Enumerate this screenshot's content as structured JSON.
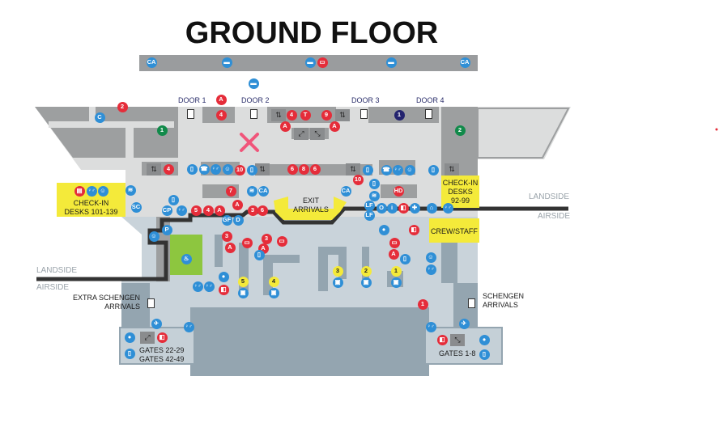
{
  "title": "GROUND FLOOR",
  "doors": [
    "DOOR 1",
    "DOOR 2",
    "DOOR 3",
    "DOOR 4"
  ],
  "areas": {
    "checkin_left": [
      "CHECK-IN",
      "DESKS 101-139"
    ],
    "checkin_right": [
      "CHECK-IN",
      "DESKS",
      "92-99"
    ],
    "exit_arrivals": [
      "EXIT",
      "ARRIVALS"
    ],
    "crew": "CREW/STAFF",
    "extra_schengen": [
      "EXTRA SCHENGEN",
      "ARRIVALS"
    ],
    "schengen": [
      "SCHENGEN",
      "ARRIVALS"
    ],
    "gates_left": [
      "GATES 22-29",
      "GATES 42-49"
    ],
    "gates_right": "GATES 1-8"
  },
  "boundary": {
    "landside": "LANDSIDE",
    "airside": "AIRSIDE"
  },
  "colors": {
    "red": "#e52d3a",
    "blue": "#2f8fd6",
    "yellow": "#f4ea3a",
    "green": "#118a4a",
    "navy": "#23236e",
    "restricted": "#f0557a"
  },
  "markers": [
    {
      "label": "CA",
      "kind": "blue"
    },
    {
      "icon": "bus-icon",
      "kind": "blue"
    },
    {
      "icon": "bus-icon",
      "kind": "blue"
    },
    {
      "icon": "ticket-icon",
      "kind": "red"
    },
    {
      "icon": "bus-icon",
      "kind": "blue"
    },
    {
      "label": "CA",
      "kind": "blue"
    },
    {
      "icon": "taxi-icon",
      "kind": "blue"
    },
    {
      "label": "A",
      "kind": "red"
    },
    {
      "label": "2",
      "kind": "red"
    },
    {
      "label": "C",
      "kind": "blue"
    },
    {
      "label": "1",
      "kind": "green"
    },
    {
      "label": "4",
      "kind": "red"
    },
    {
      "label": "4",
      "kind": "red"
    },
    {
      "label": "T",
      "kind": "red"
    },
    {
      "label": "A",
      "kind": "red"
    },
    {
      "label": "9",
      "kind": "red"
    },
    {
      "label": "A",
      "kind": "red"
    },
    {
      "label": "1",
      "kind": "navy"
    },
    {
      "label": "2",
      "kind": "green"
    },
    {
      "label": "4",
      "kind": "red"
    },
    {
      "icon": "phone-icon",
      "kind": "blue"
    },
    {
      "icon": "luggage-icon",
      "kind": "blue"
    },
    {
      "icon": "toilets-icon",
      "kind": "blue"
    },
    {
      "icon": "baby-change-icon",
      "kind": "blue"
    },
    {
      "label": "10",
      "kind": "red"
    },
    {
      "icon": "phone-icon",
      "kind": "blue"
    },
    {
      "label": "6",
      "kind": "red"
    },
    {
      "label": "8",
      "kind": "red"
    },
    {
      "label": "6",
      "kind": "red"
    },
    {
      "icon": "phone-icon",
      "kind": "blue"
    },
    {
      "label": "10",
      "kind": "red"
    },
    {
      "icon": "luggage-icon",
      "kind": "blue"
    },
    {
      "icon": "toilets-icon",
      "kind": "blue"
    },
    {
      "icon": "baby-change-icon",
      "kind": "blue"
    },
    {
      "icon": "phone-icon",
      "kind": "blue"
    },
    {
      "icon": "check-in-icon",
      "kind": "red"
    },
    {
      "icon": "toilets-icon",
      "kind": "blue"
    },
    {
      "icon": "baby-change-icon",
      "kind": "blue"
    },
    {
      "icon": "wifi-icon",
      "kind": "blue"
    },
    {
      "label": "7",
      "kind": "red"
    },
    {
      "icon": "wifi-icon",
      "kind": "blue"
    },
    {
      "label": "CA",
      "kind": "blue"
    },
    {
      "label": "CA",
      "kind": "blue"
    },
    {
      "icon": "phone-icon",
      "kind": "blue"
    },
    {
      "icon": "wifi-icon",
      "kind": "blue"
    },
    {
      "label": "HD",
      "kind": "red"
    },
    {
      "label": "SC",
      "kind": "blue"
    },
    {
      "icon": "phone-icon",
      "kind": "blue"
    },
    {
      "label": "CP",
      "kind": "blue"
    },
    {
      "icon": "toilets-icon",
      "kind": "blue"
    },
    {
      "label": "5",
      "kind": "red"
    },
    {
      "label": "4",
      "kind": "red"
    },
    {
      "label": "A",
      "kind": "red"
    },
    {
      "label": "A",
      "kind": "red"
    },
    {
      "label": "3",
      "kind": "red"
    },
    {
      "label": "6",
      "kind": "red"
    },
    {
      "label": "GF",
      "kind": "blue"
    },
    {
      "label": "D",
      "kind": "blue"
    },
    {
      "label": "LF",
      "kind": "blue"
    },
    {
      "label": "LF",
      "kind": "blue"
    },
    {
      "label": "O",
      "kind": "blue"
    },
    {
      "icon": "info-icon",
      "kind": "blue"
    },
    {
      "icon": "exit-icon",
      "kind": "red"
    },
    {
      "icon": "first-aid-icon",
      "kind": "blue"
    },
    {
      "icon": "lounge-icon",
      "kind": "blue"
    },
    {
      "icon": "toilets-icon",
      "kind": "blue"
    },
    {
      "label": "P",
      "kind": "blue"
    },
    {
      "icon": "baby-change-icon",
      "kind": "blue"
    },
    {
      "label": "3",
      "kind": "red"
    },
    {
      "label": "A",
      "kind": "red"
    },
    {
      "icon": "ticket-icon",
      "kind": "red"
    },
    {
      "label": "3",
      "kind": "red"
    },
    {
      "label": "A",
      "kind": "red"
    },
    {
      "icon": "ticket-icon",
      "kind": "red"
    },
    {
      "icon": "phone-icon",
      "kind": "blue"
    },
    {
      "icon": "water-icon",
      "kind": "blue"
    },
    {
      "icon": "exit-icon",
      "kind": "red"
    },
    {
      "icon": "ticket-icon",
      "kind": "red"
    },
    {
      "label": "A",
      "kind": "red"
    },
    {
      "icon": "phone-icon",
      "kind": "blue"
    },
    {
      "icon": "baby-change-icon",
      "kind": "blue"
    },
    {
      "icon": "toilets-icon",
      "kind": "blue"
    },
    {
      "icon": "smoking-area-icon",
      "kind": "blue"
    },
    {
      "icon": "water-icon",
      "kind": "blue"
    },
    {
      "icon": "exit-icon",
      "kind": "red"
    },
    {
      "icon": "toilets-icon",
      "kind": "blue"
    },
    {
      "icon": "toilets-icon",
      "kind": "blue"
    },
    {
      "label": "5",
      "kind": "yellow"
    },
    {
      "icon": "baggage-icon",
      "kind": "blue"
    },
    {
      "label": "4",
      "kind": "yellow"
    },
    {
      "icon": "baggage-icon",
      "kind": "blue"
    },
    {
      "label": "3",
      "kind": "yellow"
    },
    {
      "icon": "baggage-icon",
      "kind": "blue"
    },
    {
      "label": "2",
      "kind": "yellow"
    },
    {
      "icon": "baggage-icon",
      "kind": "blue"
    },
    {
      "label": "1",
      "kind": "yellow"
    },
    {
      "icon": "baggage-icon",
      "kind": "blue"
    },
    {
      "label": "1",
      "kind": "red"
    },
    {
      "icon": "arrivals-icon",
      "kind": "blue"
    },
    {
      "icon": "toilets-icon",
      "kind": "blue"
    },
    {
      "icon": "toilets-icon",
      "kind": "blue"
    },
    {
      "icon": "arrivals-icon",
      "kind": "blue"
    },
    {
      "icon": "water-icon",
      "kind": "blue"
    },
    {
      "icon": "exit-icon",
      "kind": "red"
    },
    {
      "icon": "phone-icon",
      "kind": "blue"
    },
    {
      "icon": "exit-icon",
      "kind": "red"
    },
    {
      "icon": "water-icon",
      "kind": "blue"
    },
    {
      "icon": "phone-icon",
      "kind": "blue"
    }
  ]
}
